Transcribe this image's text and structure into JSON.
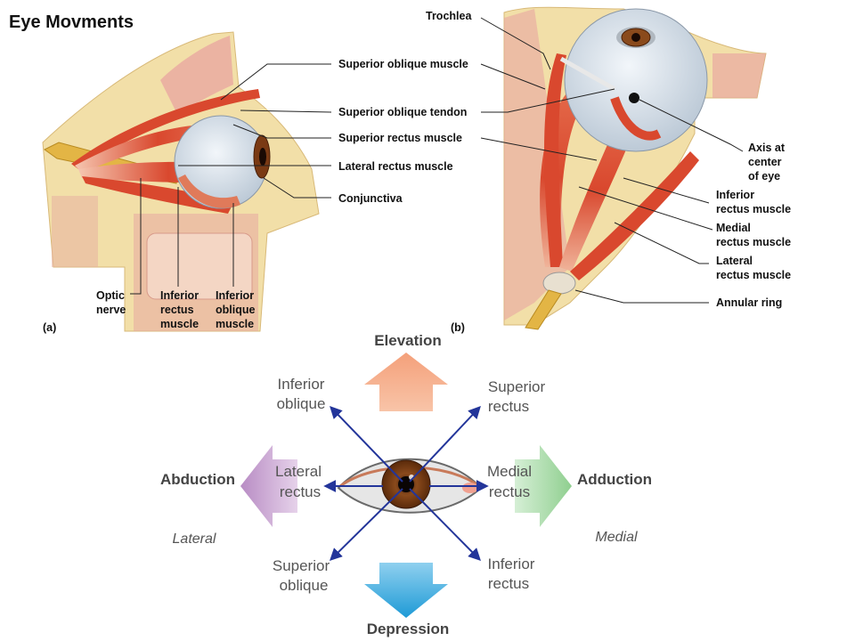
{
  "title": "Eye Movments",
  "panel_a": {
    "letter": "(a)",
    "labels": {
      "superior_oblique_muscle": "Superior oblique muscle",
      "superior_oblique_tendon": "Superior oblique tendon",
      "superior_rectus_muscle": "Superior rectus muscle",
      "lateral_rectus_muscle": "Lateral rectus muscle",
      "conjunctiva": "Conjunctiva",
      "optic_nerve": [
        "Optic",
        "nerve"
      ],
      "inferior_rectus_muscle": [
        "Inferior",
        "rectus",
        "muscle"
      ],
      "inferior_oblique_muscle": [
        "Inferior",
        "oblique",
        "muscle"
      ]
    }
  },
  "panel_b": {
    "letter": "(b)",
    "labels": {
      "trochlea": "Trochlea",
      "axis": [
        "Axis at",
        "center",
        "of eye"
      ],
      "inferior_rectus_muscle": [
        "Inferior",
        "rectus muscle"
      ],
      "medial_rectus_muscle": [
        "Medial",
        "rectus muscle"
      ],
      "lateral_rectus_muscle": [
        "Lateral",
        "rectus muscle"
      ],
      "annular_ring": "Annular ring"
    }
  },
  "movements": {
    "elevation": "Elevation",
    "depression": "Depression",
    "abduction": "Abduction",
    "adduction": "Adduction",
    "lateral": "Lateral",
    "medial": "Medial",
    "inferior_oblique": [
      "Inferior",
      "oblique"
    ],
    "superior_rectus": [
      "Superior",
      "rectus"
    ],
    "lateral_rectus": [
      "Lateral",
      "rectus"
    ],
    "medial_rectus": [
      "Medial",
      "rectus"
    ],
    "superior_oblique": [
      "Superior",
      "oblique"
    ],
    "inferior_rectus": [
      "Inferior",
      "rectus"
    ]
  },
  "colors": {
    "elevation_arrow": "#f4a07a",
    "depression_arrow": "#1e9ad6",
    "abduction_arrow": "#b88cc4",
    "adduction_arrow": "#8fcf8f",
    "action_arrows": "#23359a",
    "muscle": "#d9482e",
    "bone": "#f2dfa8"
  }
}
